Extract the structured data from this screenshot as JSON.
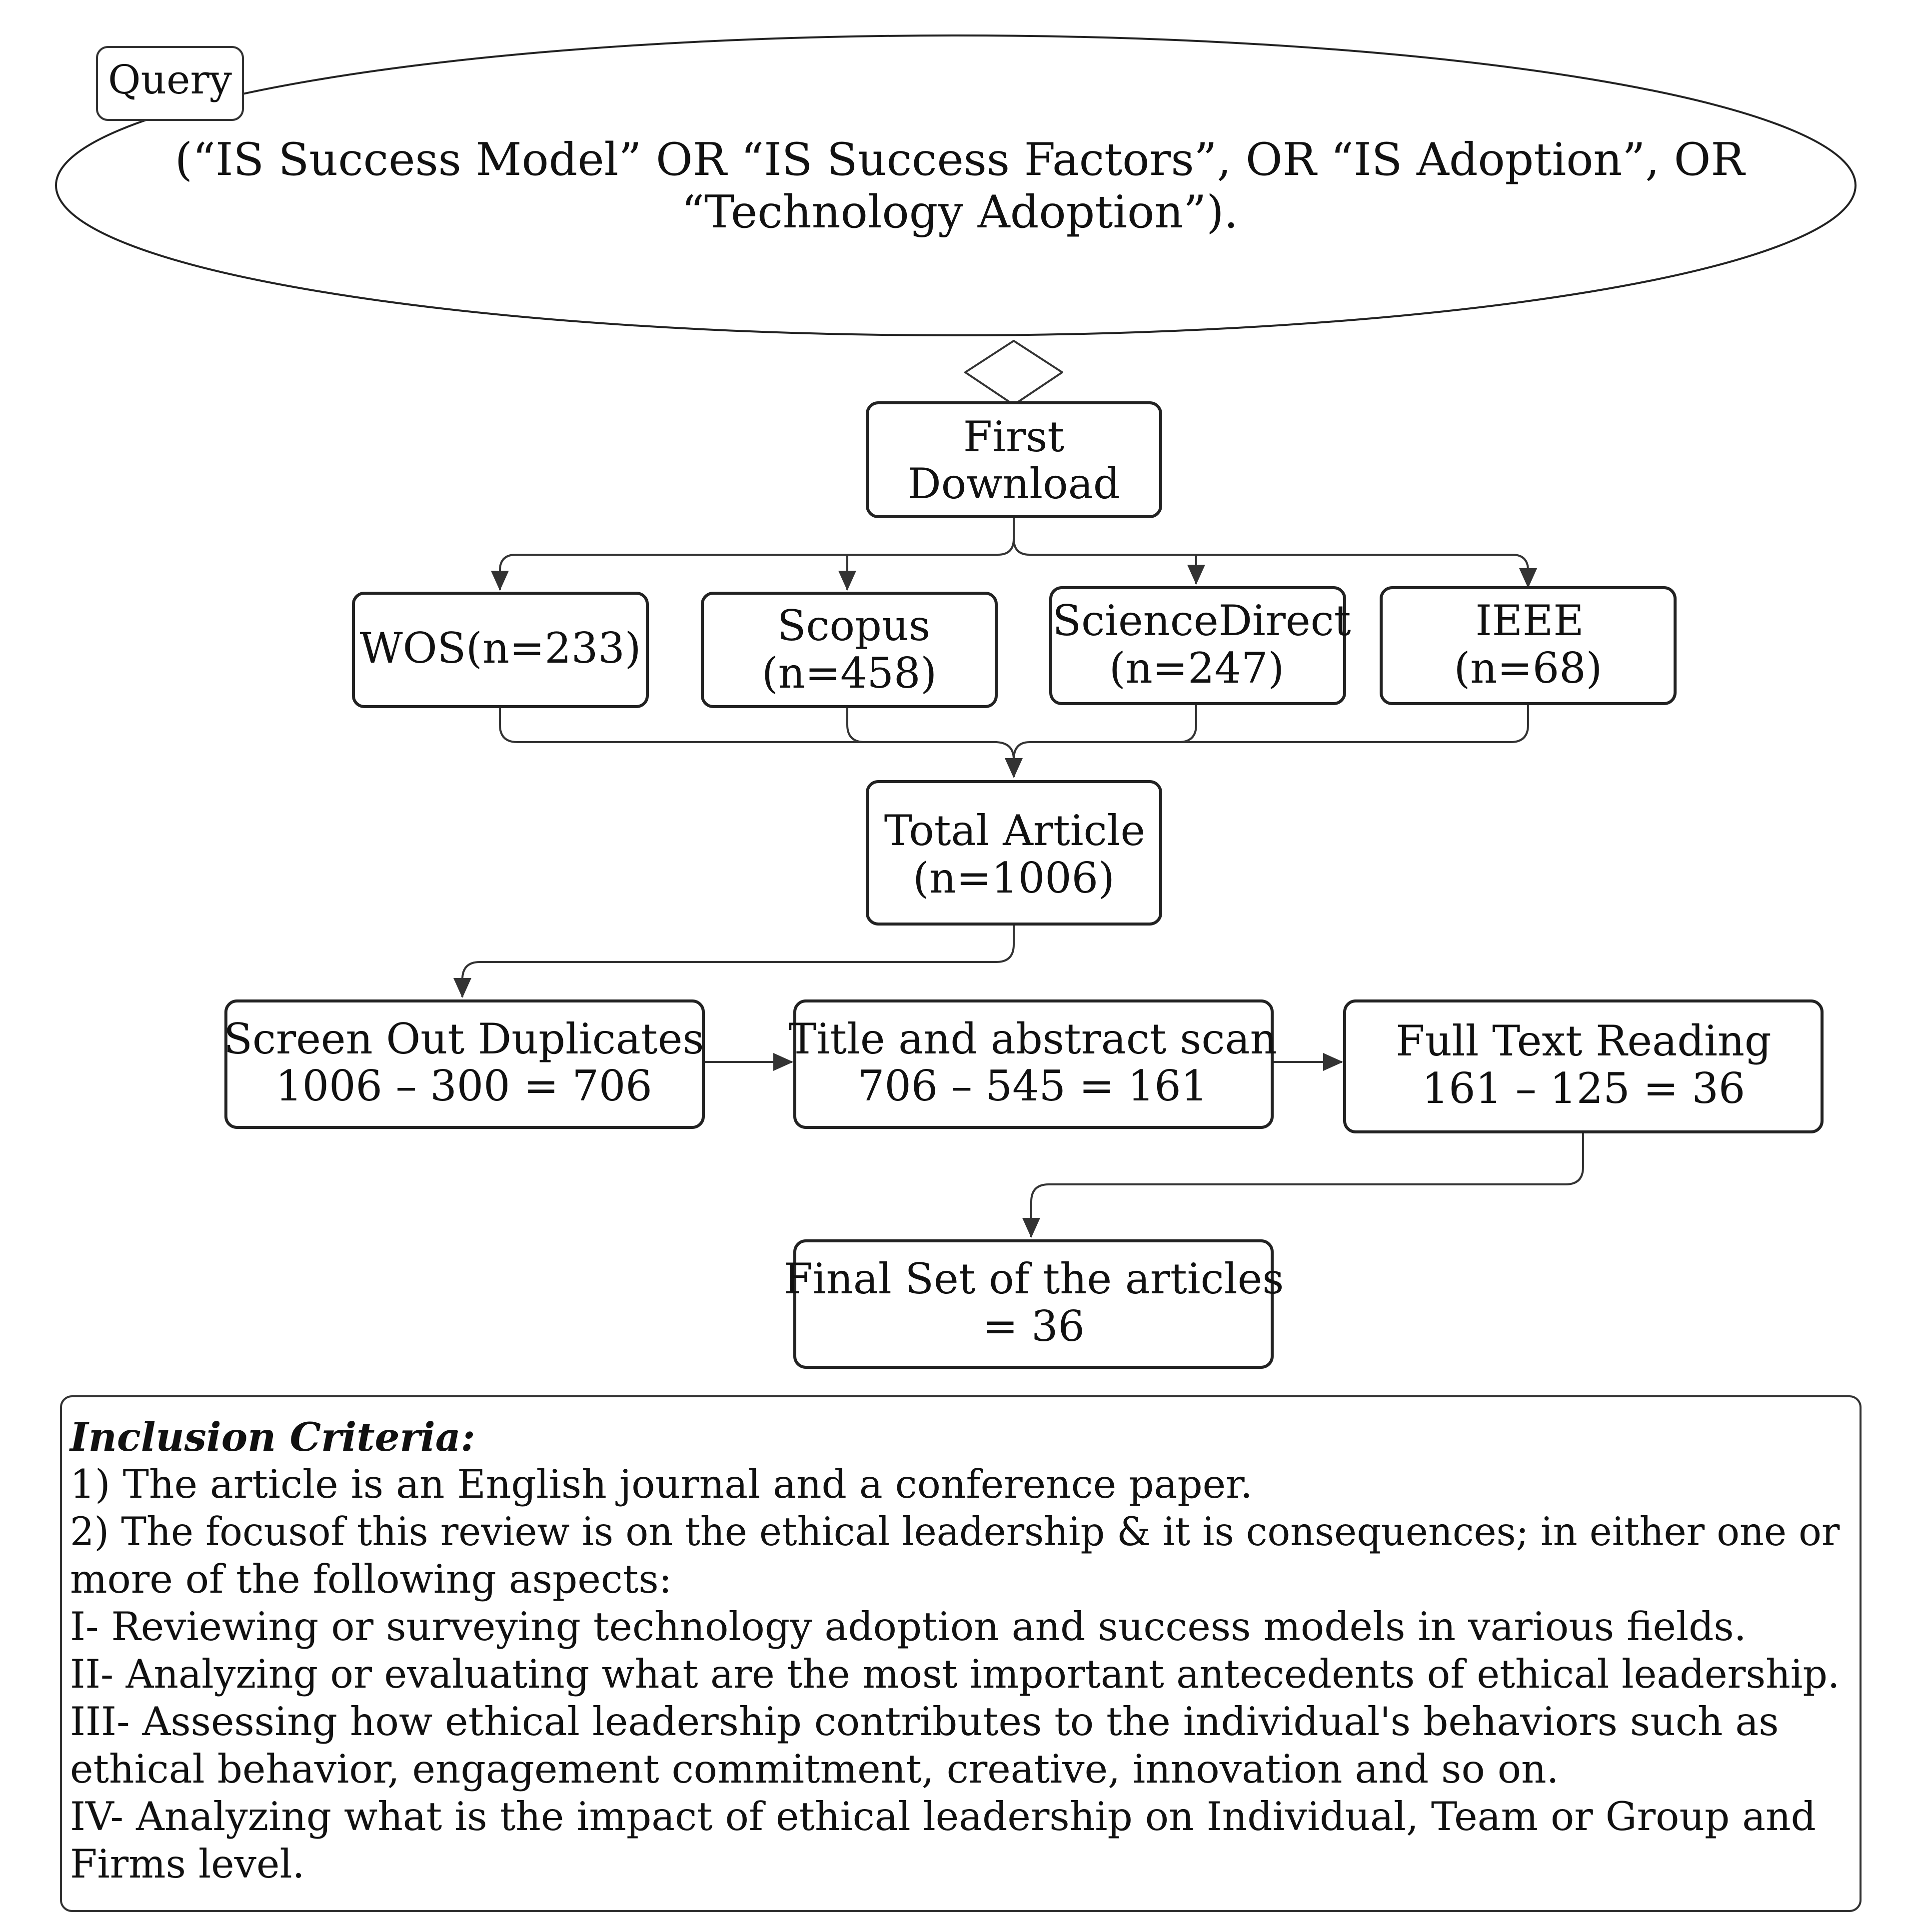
{
  "query": {
    "tag": "Query",
    "lines": [
      "(“IS Success Model” OR “IS Success Factors”, OR “IS Adoption”,  OR",
      "“Technology Adoption”)."
    ]
  },
  "nodes": {
    "first_download": [
      "First",
      "Download"
    ],
    "wos": [
      "WOS(n=233)"
    ],
    "scopus": [
      "Scopus",
      "(n=458)"
    ],
    "sciencedirect": [
      "ScienceDirect",
      "(n=247)"
    ],
    "ieee": [
      "IEEE",
      "(n=68)"
    ],
    "total": [
      "Total Article",
      "(n=1006)"
    ],
    "duplicates": [
      "Screen Out Duplicates",
      "1006 – 300 = 706"
    ],
    "title_scan": [
      "Title and abstract scan",
      "706 – 545 = 161"
    ],
    "full_text": [
      "Full Text Reading",
      "161 – 125 = 36"
    ],
    "final": [
      "Final Set of the articles",
      "= 36"
    ]
  },
  "criteria": {
    "title": "Inclusion Criteria:",
    "lines": [
      "1) The article is an English journal and a conference paper.",
      "2) The focusof this review is on the ethical leadership & it is consequences; in either one or",
      "more of the following aspects:",
      "I- Reviewing or surveying technology adoption and success models in various fields.",
      "II- Analyzing or evaluating what are the most important antecedents of ethical leadership.",
      "III- Assessing how ethical leadership contributes to the individual's behaviors such as",
      "ethical behavior, engagement commitment, creative, innovation and so on.",
      "IV- Analyzing what is the impact of ethical leadership on Individual, Team or Group and",
      "Firms level."
    ]
  }
}
